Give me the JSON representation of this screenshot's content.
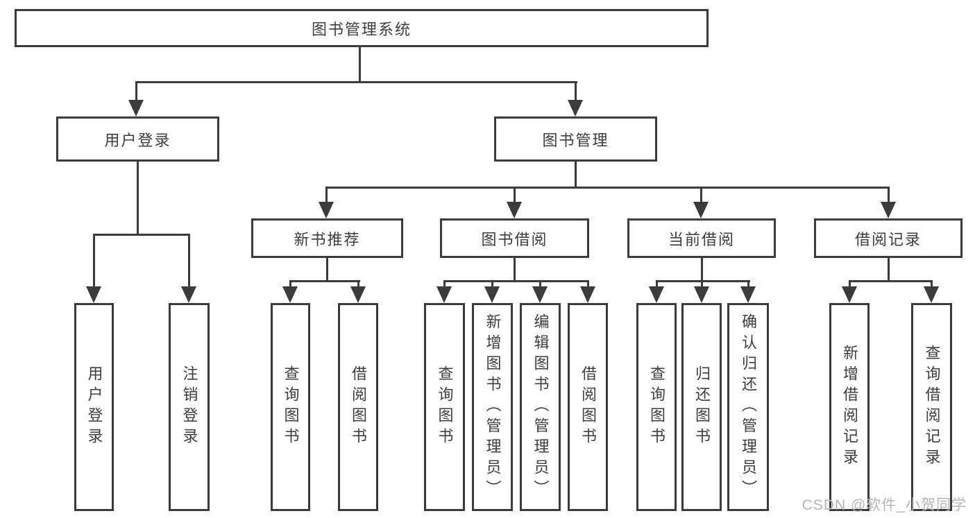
{
  "colors": {
    "line": "#3b3b3b",
    "text": "#3d3d3d",
    "watermark_text": "#b5b5b5",
    "background": "#ffffff"
  },
  "tree": {
    "root": {
      "label": "图书管理系统",
      "children": [
        {
          "label": "用户登录",
          "children": [
            {
              "label": "用户登录"
            },
            {
              "label": "注销登录"
            }
          ]
        },
        {
          "label": "图书管理",
          "children": [
            {
              "label": "新书推荐",
              "children": [
                {
                  "label": "查询图书"
                },
                {
                  "label": "借阅图书"
                }
              ]
            },
            {
              "label": "图书借阅",
              "children": [
                {
                  "label": "查询图书"
                },
                {
                  "label": "新增图书（管理员）"
                },
                {
                  "label": "编辑图书（管理员）"
                },
                {
                  "label": "借阅图书"
                }
              ]
            },
            {
              "label": "当前借阅",
              "children": [
                {
                  "label": "查询图书"
                },
                {
                  "label": "归还图书"
                },
                {
                  "label": "确认归还（管理员）"
                }
              ]
            },
            {
              "label": "借阅记录",
              "children": [
                {
                  "label": "新增借阅记录"
                },
                {
                  "label": "查询借阅记录"
                }
              ]
            }
          ]
        }
      ]
    }
  },
  "watermark": {
    "text": "CSDN @软件_小贺同学"
  }
}
